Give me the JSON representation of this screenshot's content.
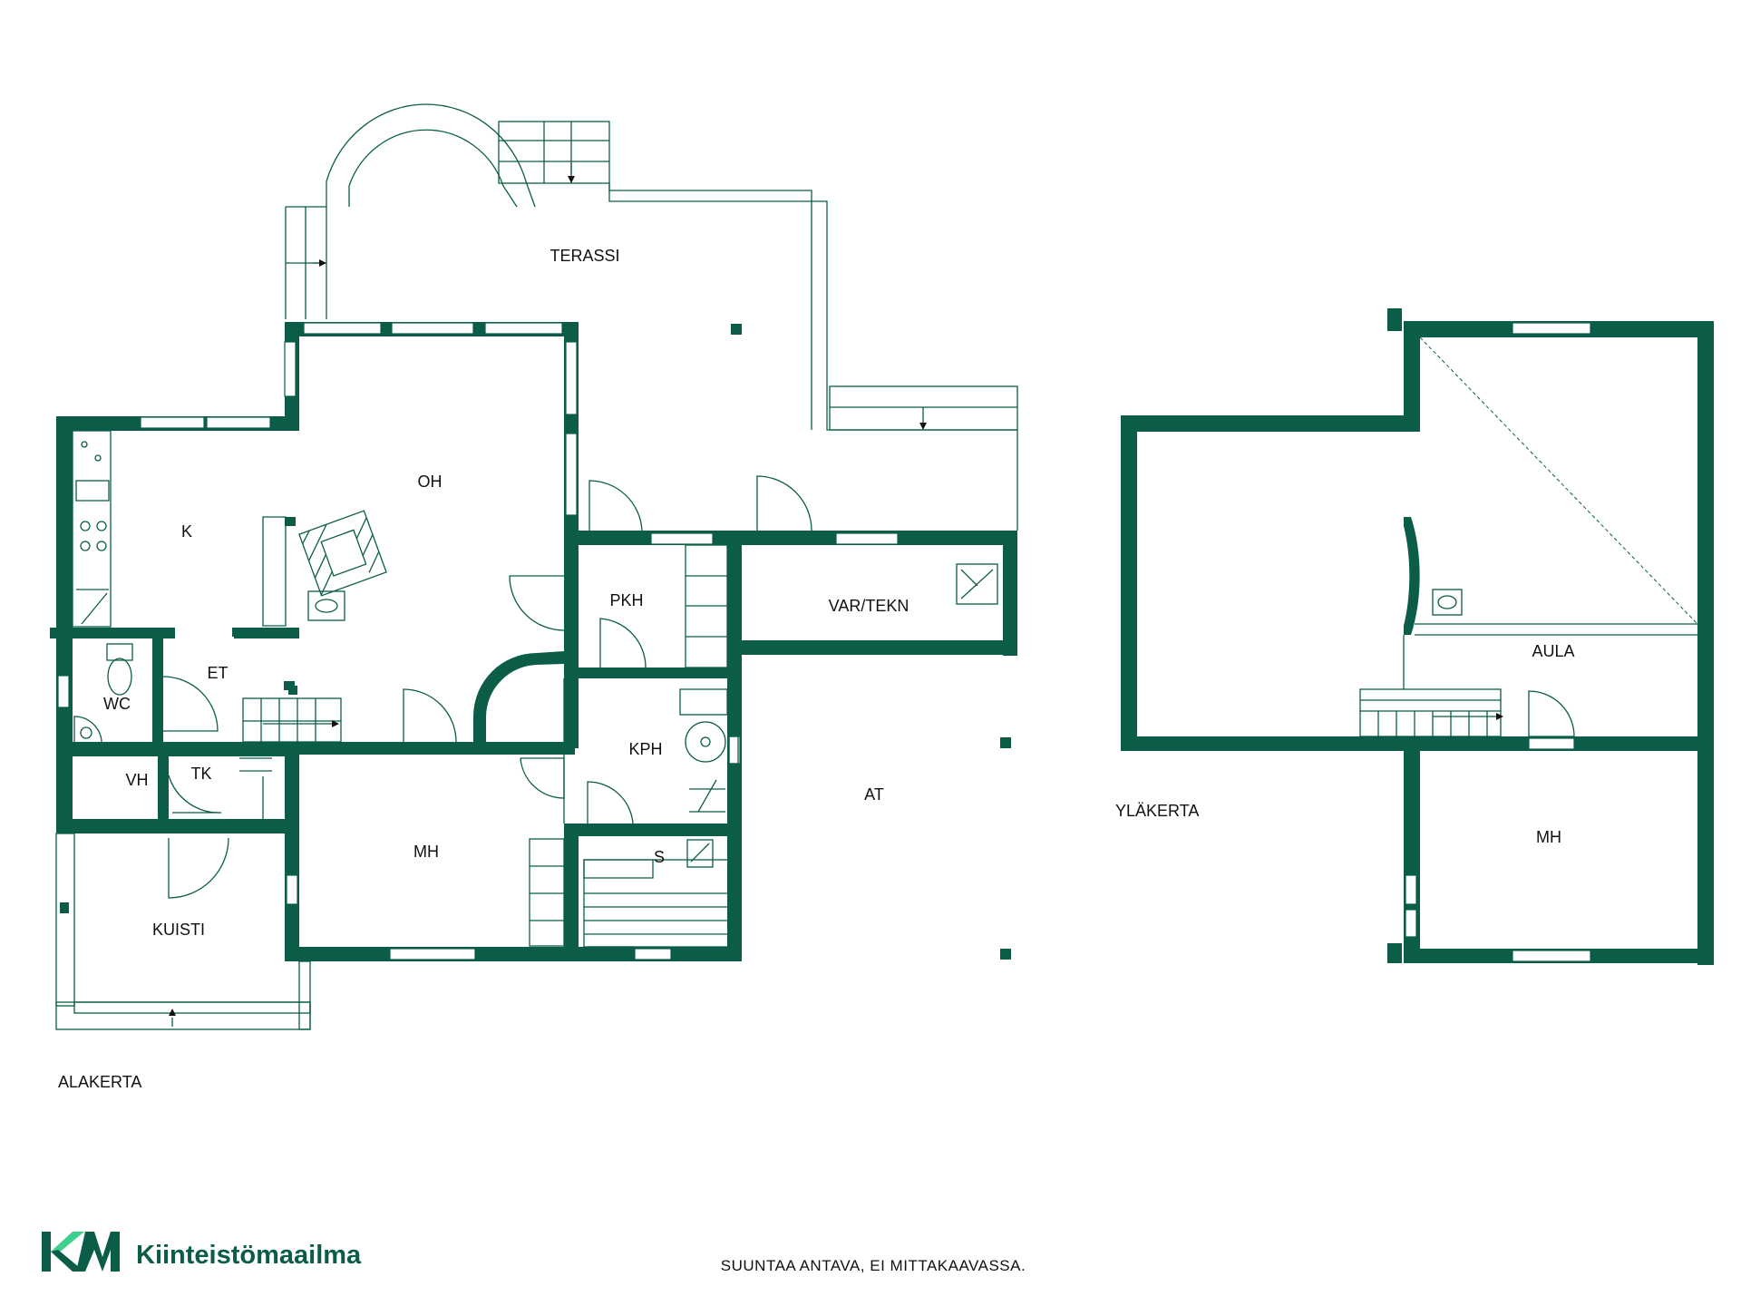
{
  "colors": {
    "wall": "#0b5d48",
    "logo_accent": "#3fcf8e"
  },
  "floors": {
    "lower": "ALAKERTA",
    "upper": "YLÄKERTA"
  },
  "rooms": {
    "terassi": "TERASSI",
    "oh": "OH",
    "k": "K",
    "et": "ET",
    "wc": "WC",
    "vh": "VH",
    "tk": "TK",
    "kuisti": "KUISTI",
    "mh": "MH",
    "pkh": "PKH",
    "kph": "KPH",
    "s": "S",
    "var_tekn": "VAR/TEKN",
    "at": "AT",
    "aula": "AULA",
    "mh_upper": "MH"
  },
  "brand": {
    "logo": "KM",
    "name": "Kiinteistömaailma"
  },
  "disclaimer": "SUUNTAA ANTAVA, EI MITTAKAAVASSA."
}
